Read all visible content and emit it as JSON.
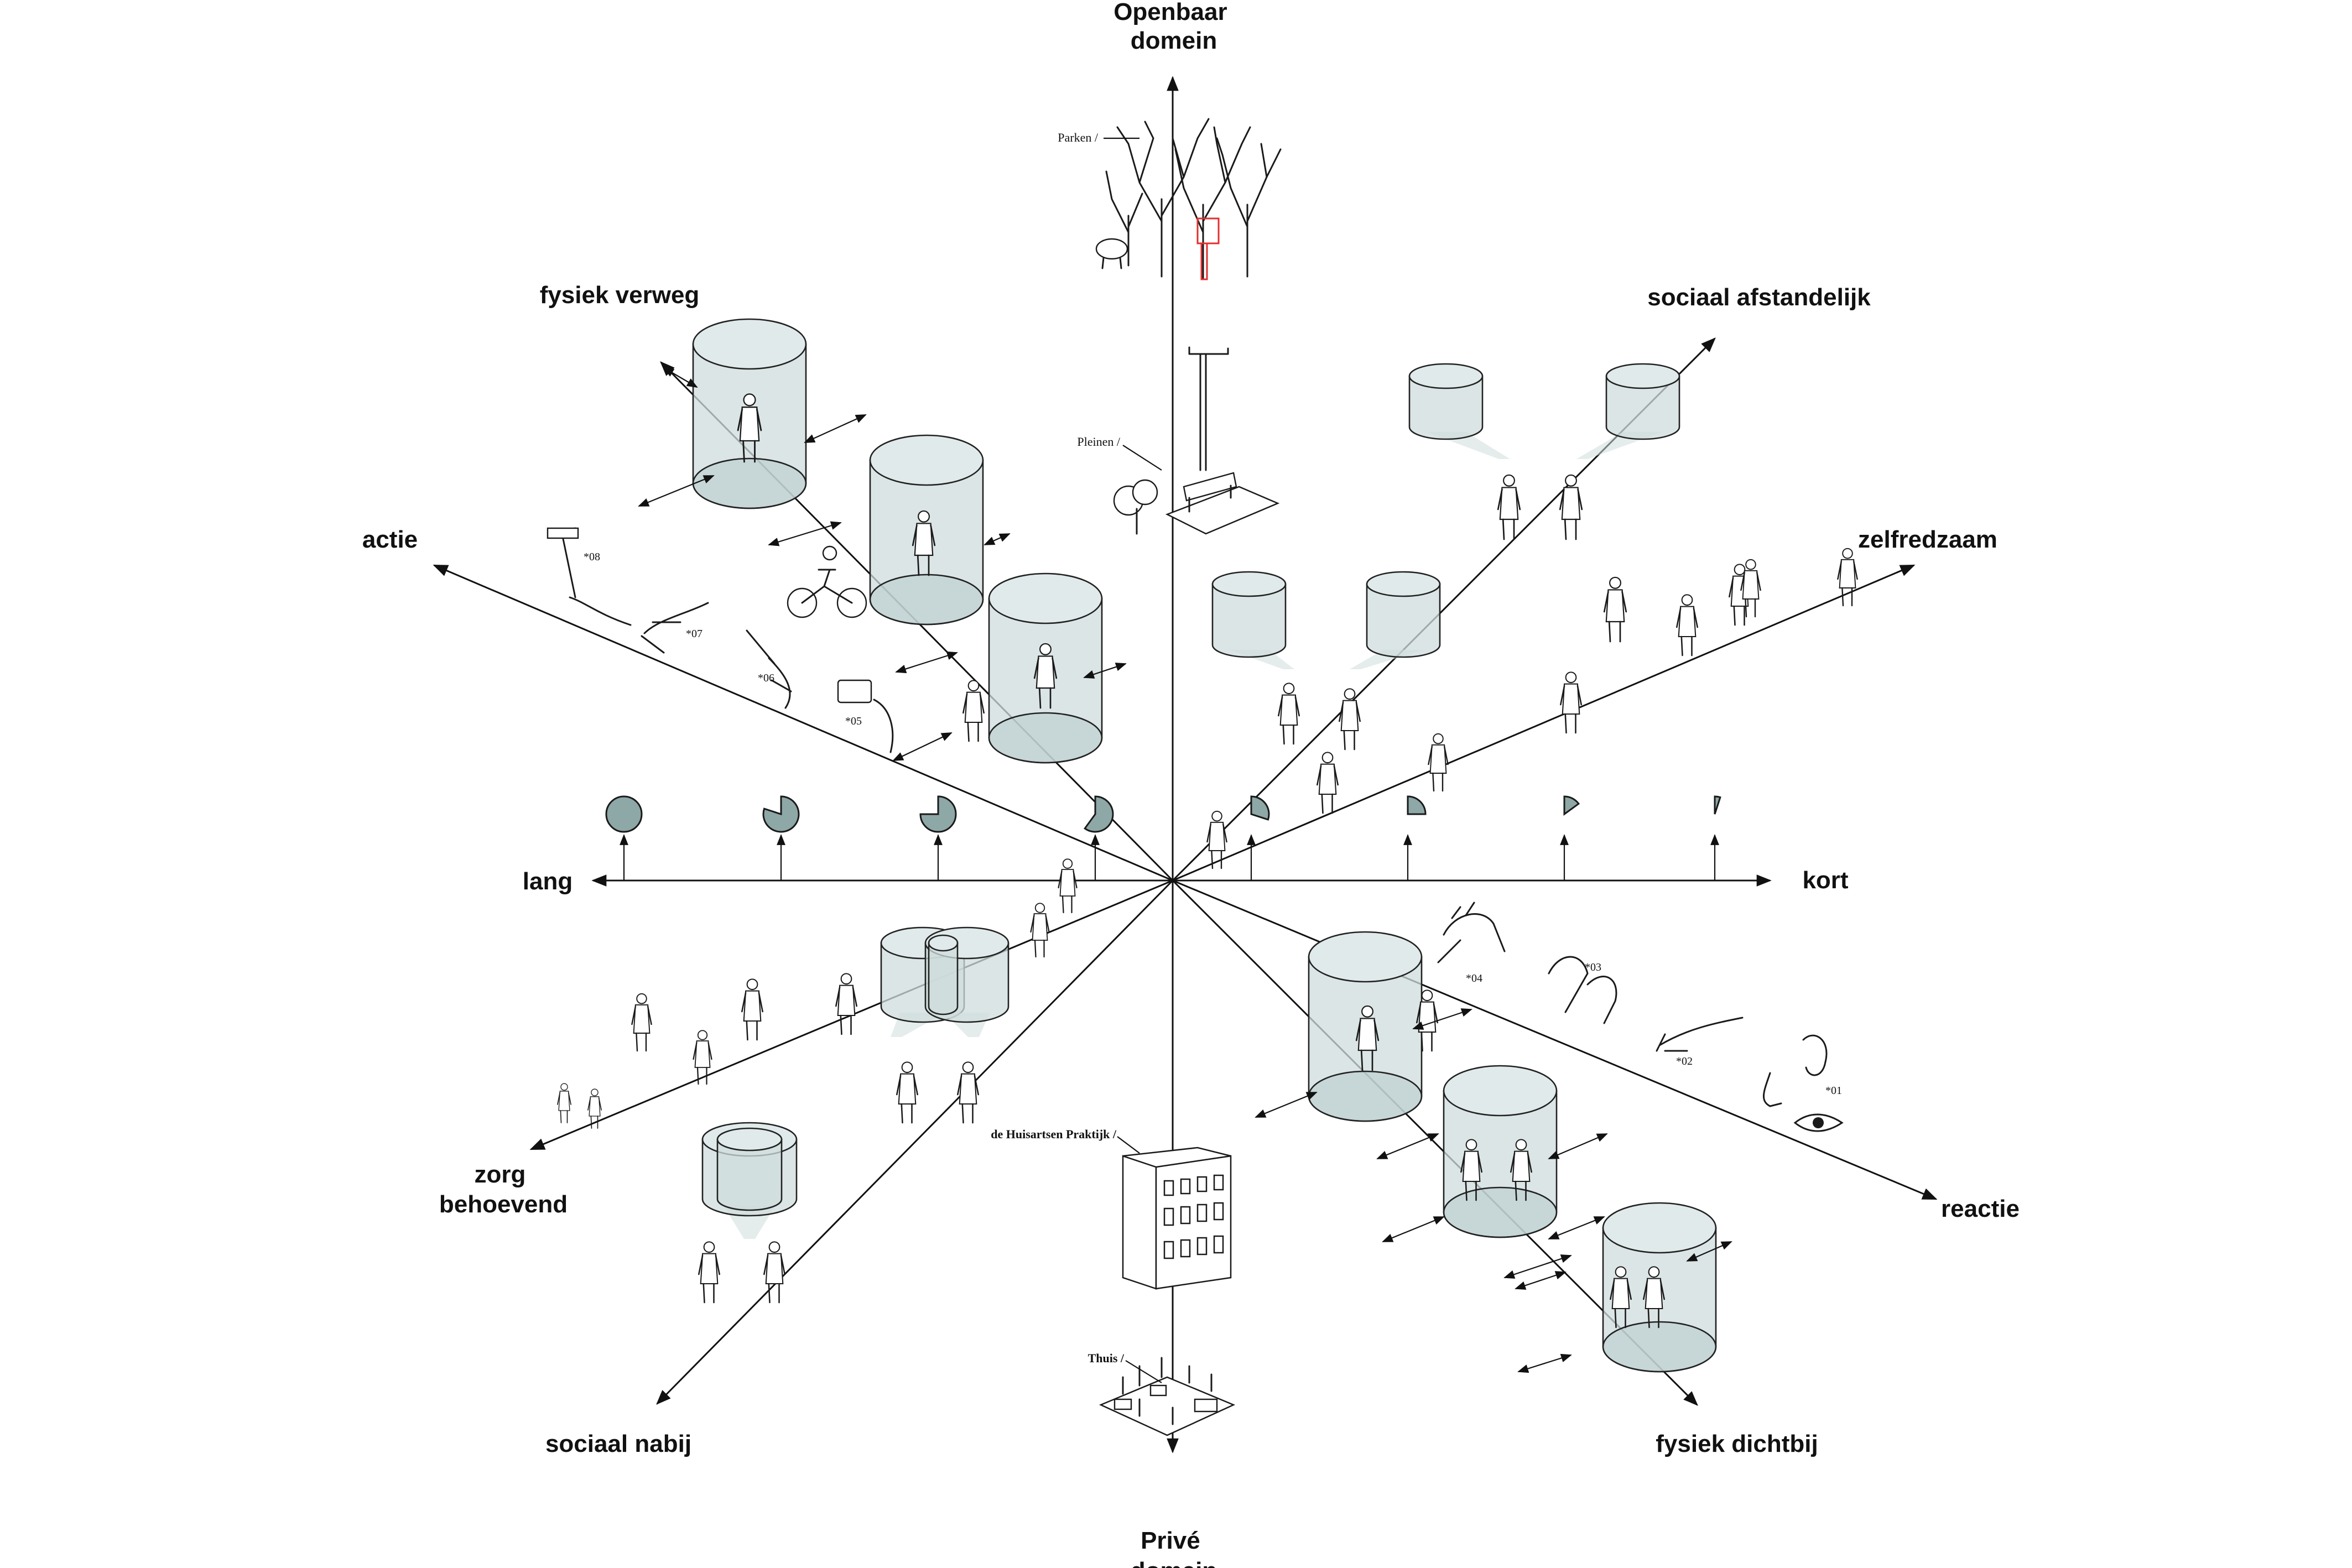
{
  "axes": {
    "top": "Openbaar\ndomein",
    "bottom": "Privé\ndomein",
    "left": "lang",
    "right": "kort",
    "upper_left_1": "fysiek verweg",
    "upper_left_2": "actie",
    "upper_right_1": "sociaal afstandelijk",
    "upper_right_2": "zelfredzaam",
    "lower_left_1": "zorg\nbehoevend",
    "lower_left_2": "sociaal nabij",
    "lower_right_1": "reactie",
    "lower_right_2": "fysiek dichtbij"
  },
  "places": {
    "parks": "Parken /",
    "squares": "Pleinen /",
    "practice": "de Huisartsen Praktijk /",
    "home": "Thuis /"
  },
  "senses": {
    "s01": "*01",
    "s02": "*02",
    "s03": "*03",
    "s04": "*04"
  },
  "actions": {
    "a05": "*05",
    "a06": "*06",
    "a07": "*07",
    "a08": "*08"
  },
  "duration_scale": {
    "fractions": [
      1.0,
      0.8,
      0.75,
      0.6,
      0.3,
      0.25,
      0.15,
      0.05
    ]
  },
  "colors": {
    "cylinder": "#cfdcdc",
    "pie": "#8ea7a7",
    "sign": "#e03030",
    "line": "#111111"
  },
  "icons": {
    "parks": "trees-and-sheep-icon",
    "squares": "street-lamp-bench-icon",
    "practice": "house-facade-icon",
    "home": "isometric-home-icon"
  }
}
